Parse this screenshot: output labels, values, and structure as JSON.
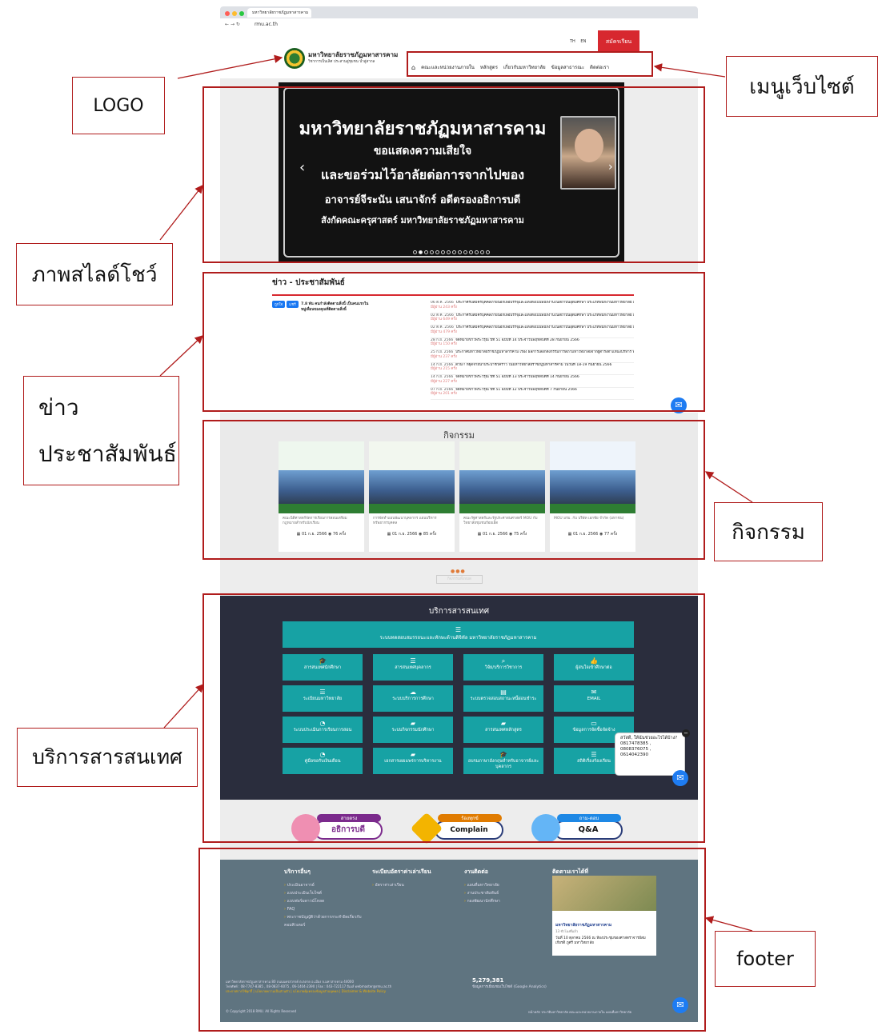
{
  "browser": {
    "tab_title": "มหาวิทยาลัยราชภัฏมหาสารคาม",
    "url": "rmu.ac.th"
  },
  "header": {
    "logo_name": "มหาวิทยาลัยราชภัฏมหาสารคาม",
    "logo_subtitle": "วิชาการเป็นเลิศ ประสานสู่ชุมชน นำสู่สากล",
    "lang_th": "TH",
    "lang_en": "EN",
    "apply_button": "สมัครเรียน",
    "menu": [
      "คณะและหน่วยงานภายใน",
      "หลักสูตร",
      "เกี่ยวกับมหาวิทยาลัย",
      "ข้อมูลสาธารณะ",
      "ติดต่อเรา"
    ]
  },
  "slider": {
    "title": "มหาวิทยาลัยราชภัฏมหาสารคาม",
    "line1": "ขอแสดงความเสียใจ",
    "line2": "และขอร่วมไว้อาลัยต่อการจากไปของ",
    "line3": "อาจารย์จีระนัน  เสนาจักร์  อดีตรองอธิการบดี",
    "line4": "สังกัดคณะครุศาสตร์ มหาวิทยาลัยราชภัฏมหาสารคาม",
    "slide_count": 14,
    "active_slide": 1
  },
  "news": {
    "title": "ข่าว - ประชาสัมพันธ์",
    "fb_like": "ถูกใจ",
    "fb_share": "แชร์",
    "fb_text": "7.8 พัน คนกำลังติดตามสิ่งนี้ เป็นคนแรกในหมู่เพื่อนของคุณที่ติดตามสิ่งนี้",
    "items": [
      {
        "date": "06 ต.ค. 2566",
        "text": "ประกาศรับสมัครบุคคลภายนอกเพื่อบรรจุและแต่งตั้งเป็นพนักงานในสถาบันอุดมศึกษา ประเภทพนักงานมหาวิทยาลัย ครั้งที่ 1/2566 เพิ่มเติม",
        "views": "มีผู้อ่าน 243 ครั้ง"
      },
      {
        "date": "02 ต.ค. 2566",
        "text": "ประกาศรับสมัครบุคคลภายนอกเพื่อบรรจุและแต่งตั้งเป็นพนักงานในสถาบันอุดมศึกษา ประเภทพนักงานมหาวิทยาลัย ครั้งที่ 2/2566",
        "views": "มีผู้อ่าน 649 ครั้ง"
      },
      {
        "date": "02 ต.ค. 2566",
        "text": "ประกาศรับสมัครบุคคลภายนอกเพื่อบรรจุและแต่งตั้งเป็นพนักงานในสถาบันอุดมศึกษา ประเภทพนักงานมหาวิทยาลัย ครั้งที่ 1/2566",
        "views": "มีผู้อ่าน 479 ครั้ง"
      },
      {
        "date": "28 ก.ย. 2566",
        "text": "จดหมายข่าวพระวรุณ ปีที่ 51 ฉบับที่ 14 ประจำวันพฤหัสบดีที่ 28 กันยายน 2566",
        "views": "มีผู้อ่าน 150 ครั้ง"
      },
      {
        "date": "25 ก.ย. 2566",
        "text": "ประกาศมหาวิทยาลัยราชภัฏมหาสารคาม เรื่อง ผลการเลือกตั้งกรรมการสภามหาวิทยาลัยจากผู้ดำรงตำแหน่งบริหาร พ.ศ.2566",
        "views": "มีผู้อ่าน 237 ครั้ง"
      },
      {
        "date": "14 ก.ย. 2566",
        "text": "ด่วน!! หยุดจ่ายน้ำประปาชั่วคราว ในมหาวิทยาลัยราชภัฏมหาสารคาม ในวันที่ 18-19 กันยายน 2566",
        "views": "มีผู้อ่าน 215 ครั้ง"
      },
      {
        "date": "14 ก.ย. 2566",
        "text": "จดหมายข่าวพระวรุณ ปีที่ 51 ฉบับที่ 13 ประจำวันพฤหัสบดีที่ 14 กันยายน 2566",
        "views": "มีผู้อ่าน 227 ครั้ง"
      },
      {
        "date": "07 ก.ย. 2566",
        "text": "จดหมายข่าวพระวรุณ ปีที่ 51 ฉบับที่ 12 ประจำวันพฤหัสบดีที่ 7 กันยายน 2566",
        "views": "มีผู้อ่าน 201 ครั้ง"
      }
    ]
  },
  "activities": {
    "title": "กิจกรรม",
    "cards": [
      {
        "caption": "คณะนิติศาสตร์จัดการเรียนการสอนเตรียมกฎหมายสำหรับนักเรียน",
        "date": "01 ก.ย. 2566",
        "views": "76 ครั้ง"
      },
      {
        "caption": "การจัดทำแผนพัฒนาบุคลากร แผนบริหารทรัพยากรบุคคล",
        "date": "01 ก.ย. 2566",
        "views": "85 ครั้ง"
      },
      {
        "caption": "คณะรัฐศาสตร์และรัฐประศาสนศาสตร์ MOU กับวิทยาลัยชุมชนร้อยเอ็ด",
        "date": "01 ก.ย. 2566",
        "views": "75 ครั้ง"
      },
      {
        "caption": "MOU มรม. กับ บริษัท เอกชัย จำกัด (มหาชน)",
        "date": "01 ก.ย. 2566",
        "views": "77 ครั้ง"
      }
    ],
    "view_all": "กิจกรรมทั้งหมด"
  },
  "services": {
    "title": "บริการสารสนเทศ",
    "wide": "ระบบทดสอบสมรรถนะและทักษะด้านดิจิทัล มหาวิทยาลัยราชภัฏมหาสารคาม",
    "buttons": [
      {
        "label": "สารสนเทศนักศึกษา",
        "icon": "mortarboard-icon"
      },
      {
        "label": "สารสนเทศบุคลากร",
        "icon": "list-icon"
      },
      {
        "label": "วิจัย/บริการวิชาการ",
        "icon": "search-icon"
      },
      {
        "label": "ผู้สนใจเข้าศึกษาต่อ",
        "icon": "thumbs-up-icon"
      },
      {
        "label": "ระเบียนมหาวิทยาลัย",
        "icon": "list-icon"
      },
      {
        "label": "ระบบบริการการศึกษา",
        "icon": "cloud-icon"
      },
      {
        "label": "ระบบตรวจสอบสถานะหนี้ผ่อนชำระ",
        "icon": "document-icon"
      },
      {
        "label": "EMAIL",
        "icon": "envelope-icon"
      },
      {
        "label": "ระบบประเมินการเรียนการสอน",
        "icon": "pie-chart-icon"
      },
      {
        "label": "ระบบกิจกรรมนักศึกษา",
        "icon": "folder-icon"
      },
      {
        "label": "สารสนเทศหลักสูตร",
        "icon": "folder-icon"
      },
      {
        "label": "ข้อมูลการจัดซื้อจัดจ้าง",
        "icon": "card-icon"
      },
      {
        "label": "คู่มือขอรับเงินเดือน",
        "icon": "pie-chart-icon"
      },
      {
        "label": "เอกสารเผยแพร่การบริหารงาน",
        "icon": "folder-icon"
      },
      {
        "label": "อบรมภาษาอังกฤษสำหรับอาจารย์และบุคลากร",
        "icon": "mortarboard-icon"
      },
      {
        "label": "สถิติเรื่องร้องเรียน",
        "icon": "list-icon"
      }
    ],
    "chat_text": "สวัสดี, ให้ฉันช่วยอะไรได้บ้าง?\n0817478385 ,\n0808376075 ,\n0614042390"
  },
  "quicklinks": {
    "president_tag": "สายตรง",
    "president": "อธิการบดี",
    "complain_tag": "ร้องทุกข์",
    "complain": "Complain",
    "qa_tag": "ถาม-ตอบ",
    "qa": "Q&A"
  },
  "footer": {
    "col1_title": "บริการอื่นๆ",
    "col1": [
      "ประเมินอาจารย์",
      "แบบประเมินเว็บไซต์",
      "แบบฟอร์มดาวน์โหลด",
      "FAQ",
      "พระราชบัญญัติว่าด้วยการกระทำผิดเกี่ยวกับคอมพิวเตอร์"
    ],
    "col2_title": "ระเบียบอัตราค่าเล่าเรียน",
    "col2": [
      "อัตราค่าเล่าเรียน"
    ],
    "col3_title": "งานติดต่อ",
    "col3": [
      "แผนที่มหาวิทยาลัย",
      "งานประชาสัมพันธ์",
      "กองพัฒนานักศึกษา"
    ],
    "col4_title": "ติดตามเราได้ที่",
    "fb_page": "มหาวิทยาลัยราชภัฏมหาสารคาม",
    "fb_followers": "13 ชั่วโมงที่แล้ว",
    "fb_post": "วันที่ 10 ตุลาคม 2566 ณ ห้องประชุมของศาสตราจารย์สมเกียรติ ภูศรี มหาวิทยาลัย",
    "address": "มหาวิทยาลัยราชภัฏมหาสารคาม 80 ถนนนครสวรรค์ ต.ตลาด อ.เมือง จ.มหาสารคาม 44000",
    "phone": "โทรศัพท์ : 08-7747-8385 , 08-0837-6075 , 06-1404-2390 | Fax : 043-722117 อีเมล์ webmaster@rmu.ac.th",
    "links_line": "ประกาศการใช้คุกกี้ | นโยบายความเป็นส่วนตัว | นโยบายคุ้มครองข้อมูลส่วนบุคคล | Disclaimer & Website Policy",
    "visits": "5,279,381",
    "visits_label": "ข้อมูลการเยี่ยมชมเว็บไซต์ (Google Analytics)",
    "copyright": "© Copyright 2018 RMU. All Rights Reserved",
    "bottom_links": "หน้าหลัก  ประวัติมหาวิทยาลัย  คณะและหน่วยงานภายใน  แผนที่มหาวิทยาลัย"
  },
  "annotations": {
    "logo": "LOGO",
    "menu": "เมนูเว็บไซต์",
    "slideshow": "ภาพสไลด์โชว์",
    "news": "ข่าวประชาสัมพันธ์",
    "activities": "กิจกรรม",
    "services": "บริการสารสนเทศ",
    "footer": "footer",
    "color": "#b01c1c"
  }
}
